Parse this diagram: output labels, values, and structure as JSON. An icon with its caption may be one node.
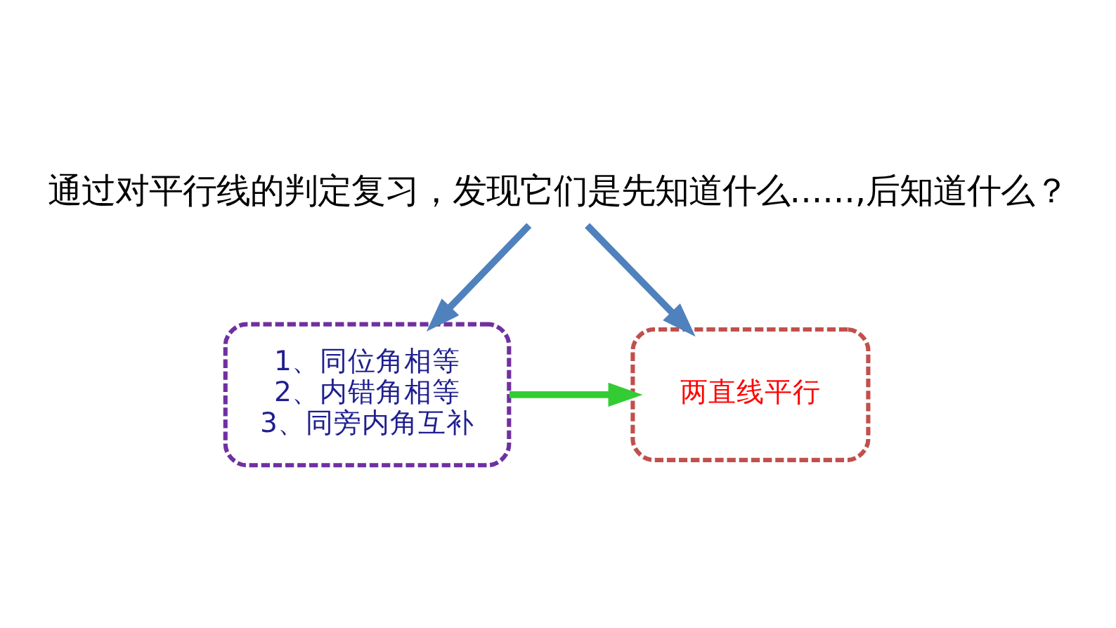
{
  "diagram": {
    "nodes": [
      {
        "text": [
          "通过对平行线的判定复习，发现它们是先知道什么......,后知道什么？"
        ]
      },
      {
        "text": [
          "1、同位角相等",
          "2、内错角相等",
          "3、同旁内角互补"
        ]
      },
      {
        "text": [
          "两直线平行"
        ]
      }
    ],
    "edges": [
      {
        "from": 0,
        "to": 1,
        "arrow": "to"
      },
      {
        "from": 0,
        "to": 2,
        "arrow": "to"
      },
      {
        "from": 1,
        "to": 2,
        "arrow": "to",
        "color": "#33cc33"
      }
    ]
  }
}
